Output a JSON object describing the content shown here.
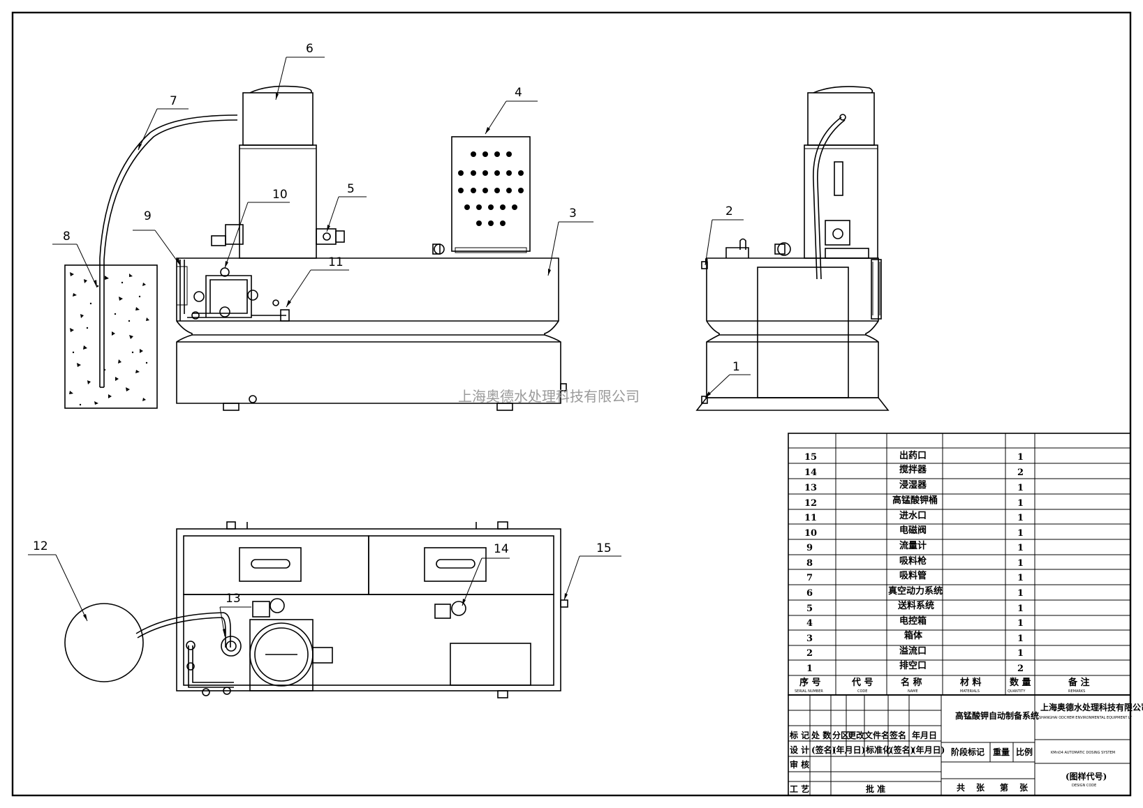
{
  "watermark": "上海奥德水处理科技有限公司",
  "callouts": [
    "1",
    "2",
    "3",
    "4",
    "5",
    "6",
    "7",
    "8",
    "9",
    "10",
    "11",
    "12",
    "13",
    "14",
    "15"
  ],
  "parts": [
    {
      "no": "15",
      "name": "出药口",
      "qty": "1"
    },
    {
      "no": "14",
      "name": "搅拌器",
      "qty": "2"
    },
    {
      "no": "13",
      "name": "浸湿器",
      "qty": "1"
    },
    {
      "no": "12",
      "name": "高锰酸钾桶",
      "qty": "1"
    },
    {
      "no": "11",
      "name": "进水口",
      "qty": "1"
    },
    {
      "no": "10",
      "name": "电磁阀",
      "qty": "1"
    },
    {
      "no": "9",
      "name": "流量计",
      "qty": "1"
    },
    {
      "no": "8",
      "name": "吸料枪",
      "qty": "1"
    },
    {
      "no": "7",
      "name": "吸料管",
      "qty": "1"
    },
    {
      "no": "6",
      "name": "真空动力系统",
      "qty": "1"
    },
    {
      "no": "5",
      "name": "送料系统",
      "qty": "1"
    },
    {
      "no": "4",
      "name": "电控箱",
      "qty": "1"
    },
    {
      "no": "3",
      "name": "箱体",
      "qty": "1"
    },
    {
      "no": "2",
      "name": "溢流口",
      "qty": "1"
    },
    {
      "no": "1",
      "name": "排空口",
      "qty": "2"
    }
  ],
  "table_headers": {
    "serial": "序 号",
    "serial_en": "SERIAL NUMBER",
    "code": "代 号",
    "code_en": "CODE",
    "name": "名 称",
    "name_en": "NAME",
    "material": "材 料",
    "material_en": "MATERIALS",
    "quantity": "数 量",
    "quantity_en": "QUANTITY",
    "remarks": "备 注",
    "remarks_en": "REMARKS"
  },
  "title_block": {
    "system_name": "高锰酸钾自动制备系统",
    "company": "上海奥德水处理科技有限公司",
    "company_en": "SHANGHAI ODCHEM ENVIRONMENTAL EQUIPMENT LT",
    "english_title": "KMnO4 AUTOMATIC DOSING SYSTEM",
    "drawing_code": "(图样代号)",
    "drawing_code_en": "DESIGN CODE",
    "mark": "标 记",
    "count": "处 数",
    "zone": "分区",
    "change_doc": "更改文件名",
    "signature": "签名",
    "date": "年月日",
    "design": "设 计",
    "sign_paren": "(签名)",
    "date_paren": "(年月日)",
    "standard": "标准化",
    "stage_mark": "阶段标记",
    "weight": "重量",
    "scale": "比例",
    "review": "审 核",
    "process": "工 艺",
    "approve": "批 准",
    "total": "共",
    "sheets": "张",
    "nth": "第"
  }
}
